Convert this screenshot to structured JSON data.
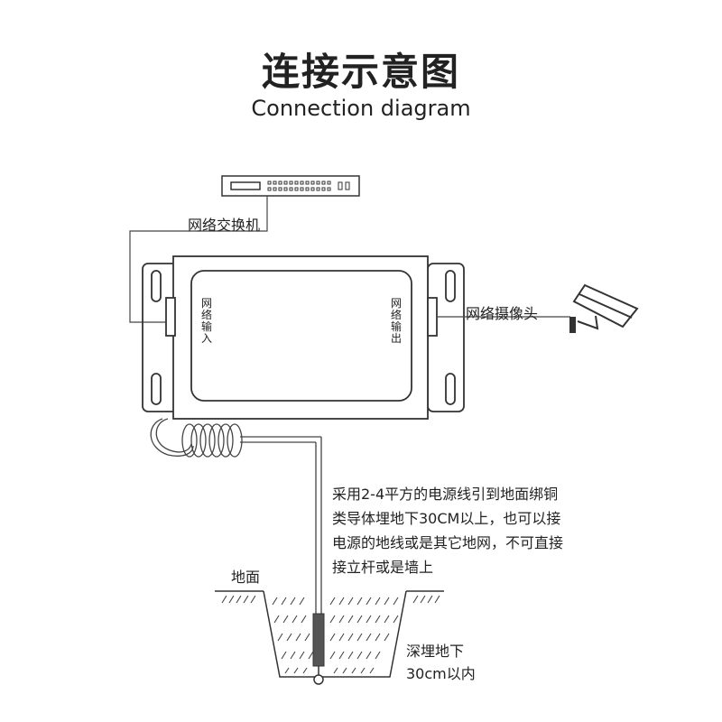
{
  "title": {
    "cn": "连接示意图",
    "en": "Connection diagram"
  },
  "labels": {
    "switch": "网络交换机",
    "camera": "网络摄像头",
    "input_port": "网络输入",
    "output_port": "网络输出",
    "ground": "地面",
    "depth_line1": "深埋地下",
    "depth_line2": "30cm以内"
  },
  "note": {
    "line1": "采用2-4平方的电源线引到地面绑铜",
    "line2": "类导体埋地下30CM以上，也可以接",
    "line3": "电源的地线或是其它地网，不可直接",
    "line4": "接立杆或是墙上"
  },
  "icons": [
    "network-switch-icon",
    "cctv-camera-icon",
    "ground-rod-icon"
  ]
}
